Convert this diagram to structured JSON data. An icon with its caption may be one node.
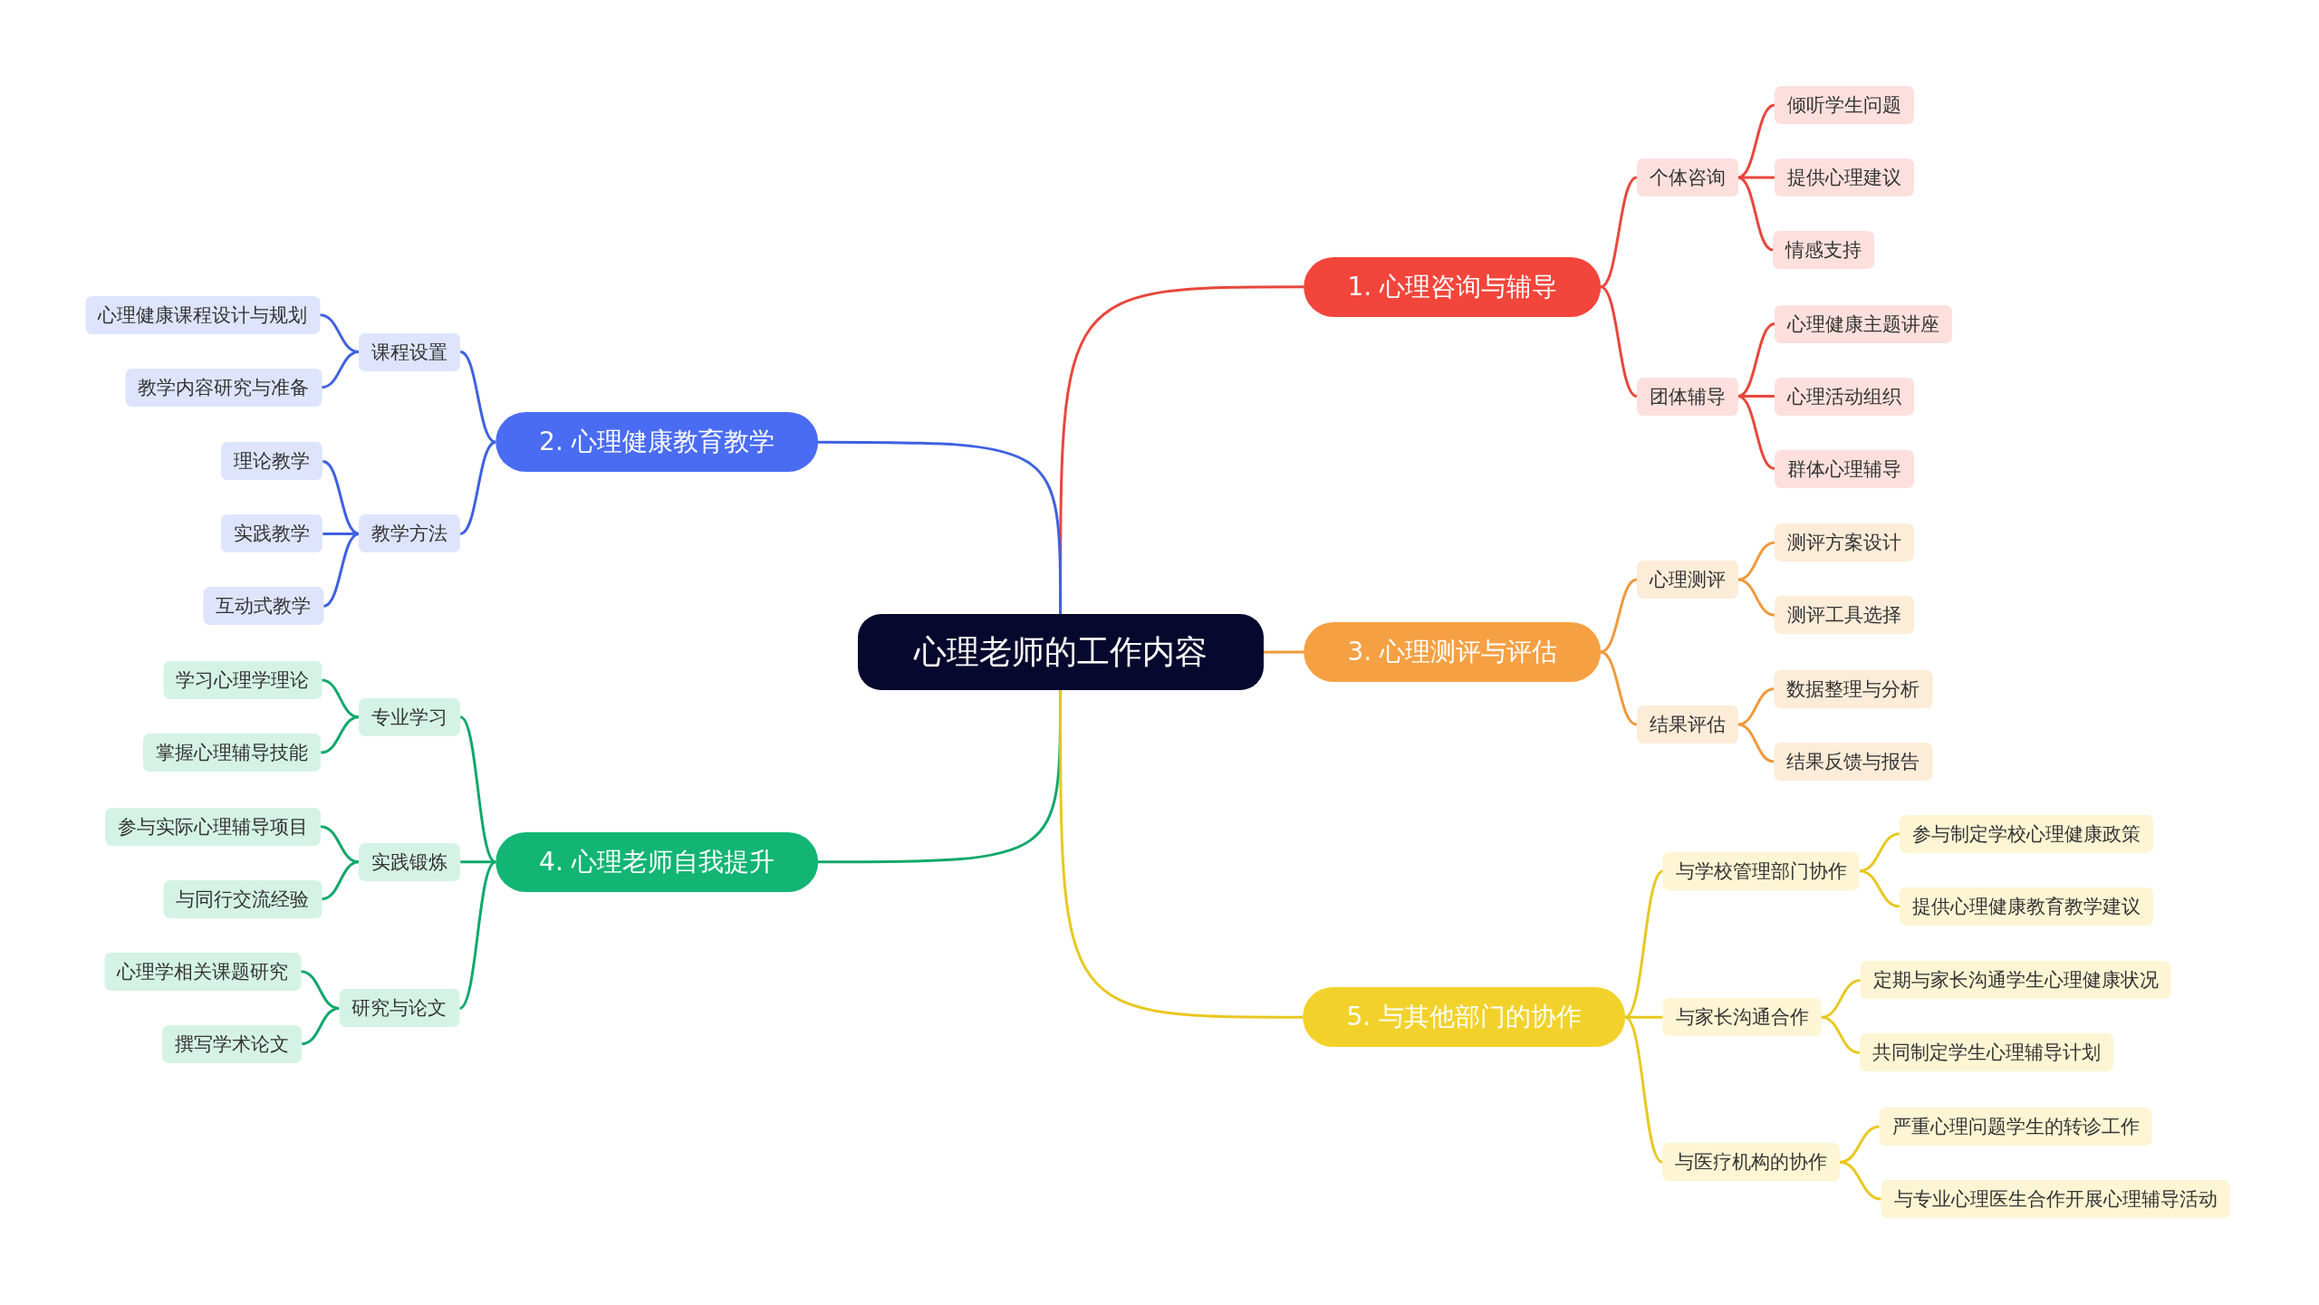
{
  "diagram": {
    "nodes": [
      {
        "text": [
          "心理老师的工作内容"
        ]
      },
      {
        "text": [
          "1. 心理咨询与辅导"
        ]
      },
      {
        "text": [
          "个体咨询"
        ]
      },
      {
        "text": [
          "倾听学生问题"
        ]
      },
      {
        "text": [
          "提供心理建议"
        ]
      },
      {
        "text": [
          "情感支持"
        ]
      },
      {
        "text": [
          "团体辅导"
        ]
      },
      {
        "text": [
          "心理健康主题讲座"
        ]
      },
      {
        "text": [
          "心理活动组织"
        ]
      },
      {
        "text": [
          "群体心理辅导"
        ]
      },
      {
        "text": [
          "2. 心理健康教育教学"
        ]
      },
      {
        "text": [
          "课程设置"
        ]
      },
      {
        "text": [
          "心理健康课程设计与规划"
        ]
      },
      {
        "text": [
          "教学内容研究与准备"
        ]
      },
      {
        "text": [
          "教学方法"
        ]
      },
      {
        "text": [
          "理论教学"
        ]
      },
      {
        "text": [
          "实践教学"
        ]
      },
      {
        "text": [
          "互动式教学"
        ]
      },
      {
        "text": [
          "3. 心理测评与评估"
        ]
      },
      {
        "text": [
          "心理测评"
        ]
      },
      {
        "text": [
          "测评方案设计"
        ]
      },
      {
        "text": [
          "测评工具选择"
        ]
      },
      {
        "text": [
          "结果评估"
        ]
      },
      {
        "text": [
          "数据整理与分析"
        ]
      },
      {
        "text": [
          "结果反馈与报告"
        ]
      },
      {
        "text": [
          "4. 心理老师自我提升"
        ]
      },
      {
        "text": [
          "专业学习"
        ]
      },
      {
        "text": [
          "学习心理学理论"
        ]
      },
      {
        "text": [
          "掌握心理辅导技能"
        ]
      },
      {
        "text": [
          "实践锻炼"
        ]
      },
      {
        "text": [
          "参与实际心理辅导项目"
        ]
      },
      {
        "text": [
          "与同行交流经验"
        ]
      },
      {
        "text": [
          "研究与论文"
        ]
      },
      {
        "text": [
          "心理学相关课题研究"
        ]
      },
      {
        "text": [
          "撰写学术论文"
        ]
      },
      {
        "text": [
          "5. 与其他部门的协作"
        ]
      },
      {
        "text": [
          "与学校管理部门协作"
        ]
      },
      {
        "text": [
          "参与制定学校心理健康政策"
        ]
      },
      {
        "text": [
          "提供心理健康教育教学建议"
        ]
      },
      {
        "text": [
          "与家长沟通合作"
        ]
      },
      {
        "text": [
          "定期与家长沟通学生心理健康状况"
        ]
      },
      {
        "text": [
          "共同制定学生心理辅导计划"
        ]
      },
      {
        "text": [
          "与医疗机构的协作"
        ]
      },
      {
        "text": [
          "严重心理问题学生的转诊工作"
        ]
      },
      {
        "text": [
          "与专业心理医生合作开展心理辅导活动"
        ]
      }
    ],
    "edges": [
      {
        "from": 0,
        "to": 1,
        "arrow": "none",
        "color": "#e8473c"
      },
      {
        "from": 1,
        "to": 2,
        "arrow": "none",
        "color": "#e8473c"
      },
      {
        "from": 2,
        "to": 3,
        "arrow": "none",
        "color": "#e8473c"
      },
      {
        "from": 2,
        "to": 4,
        "arrow": "none",
        "color": "#e8473c"
      },
      {
        "from": 2,
        "to": 5,
        "arrow": "none",
        "color": "#e8473c"
      },
      {
        "from": 1,
        "to": 6,
        "arrow": "none",
        "color": "#e8473c"
      },
      {
        "from": 6,
        "to": 7,
        "arrow": "none",
        "color": "#e8473c"
      },
      {
        "from": 6,
        "to": 8,
        "arrow": "none",
        "color": "#e8473c"
      },
      {
        "from": 6,
        "to": 9,
        "arrow": "none",
        "color": "#e8473c"
      },
      {
        "from": 0,
        "to": 10,
        "arrow": "none",
        "color": "#3f61e0"
      },
      {
        "from": 10,
        "to": 11,
        "arrow": "none",
        "color": "#3f61e0"
      },
      {
        "from": 11,
        "to": 12,
        "arrow": "none",
        "color": "#3f61e0"
      },
      {
        "from": 11,
        "to": 13,
        "arrow": "none",
        "color": "#3f61e0"
      },
      {
        "from": 10,
        "to": 14,
        "arrow": "none",
        "color": "#3f61e0"
      },
      {
        "from": 14,
        "to": 15,
        "arrow": "none",
        "color": "#3f61e0"
      },
      {
        "from": 14,
        "to": 16,
        "arrow": "none",
        "color": "#3f61e0"
      },
      {
        "from": 14,
        "to": 17,
        "arrow": "none",
        "color": "#3f61e0"
      },
      {
        "from": 0,
        "to": 18,
        "arrow": "none",
        "color": "#f0993a"
      },
      {
        "from": 18,
        "to": 19,
        "arrow": "none",
        "color": "#f0993a"
      },
      {
        "from": 19,
        "to": 20,
        "arrow": "none",
        "color": "#f0993a"
      },
      {
        "from": 19,
        "to": 21,
        "arrow": "none",
        "color": "#f0993a"
      },
      {
        "from": 18,
        "to": 22,
        "arrow": "none",
        "color": "#f0993a"
      },
      {
        "from": 22,
        "to": 23,
        "arrow": "none",
        "color": "#f0993a"
      },
      {
        "from": 22,
        "to": 24,
        "arrow": "none",
        "color": "#f0993a"
      },
      {
        "from": 0,
        "to": 25,
        "arrow": "none",
        "color": "#10a86a"
      },
      {
        "from": 25,
        "to": 26,
        "arrow": "none",
        "color": "#10a86a"
      },
      {
        "from": 26,
        "to": 27,
        "arrow": "none",
        "color": "#10a86a"
      },
      {
        "from": 26,
        "to": 28,
        "arrow": "none",
        "color": "#10a86a"
      },
      {
        "from": 25,
        "to": 29,
        "arrow": "none",
        "color": "#10a86a"
      },
      {
        "from": 29,
        "to": 30,
        "arrow": "none",
        "color": "#10a86a"
      },
      {
        "from": 29,
        "to": 31,
        "arrow": "none",
        "color": "#10a86a"
      },
      {
        "from": 25,
        "to": 32,
        "arrow": "none",
        "color": "#10a86a"
      },
      {
        "from": 32,
        "to": 33,
        "arrow": "none",
        "color": "#10a86a"
      },
      {
        "from": 32,
        "to": 34,
        "arrow": "none",
        "color": "#10a86a"
      },
      {
        "from": 0,
        "to": 35,
        "arrow": "none",
        "color": "#e8c820"
      },
      {
        "from": 35,
        "to": 36,
        "arrow": "none",
        "color": "#e8c820"
      },
      {
        "from": 36,
        "to": 37,
        "arrow": "none",
        "color": "#e8c820"
      },
      {
        "from": 36,
        "to": 38,
        "arrow": "none",
        "color": "#e8c820"
      },
      {
        "from": 35,
        "to": 39,
        "arrow": "none",
        "color": "#e8c820"
      },
      {
        "from": 39,
        "to": 40,
        "arrow": "none",
        "color": "#e8c820"
      },
      {
        "from": 39,
        "to": 41,
        "arrow": "none",
        "color": "#e8c820"
      },
      {
        "from": 35,
        "to": 42,
        "arrow": "none",
        "color": "#e8c820"
      },
      {
        "from": 42,
        "to": 43,
        "arrow": "none",
        "color": "#e8c820"
      },
      {
        "from": 42,
        "to": 44,
        "arrow": "none",
        "color": "#e8c820"
      }
    ]
  }
}
